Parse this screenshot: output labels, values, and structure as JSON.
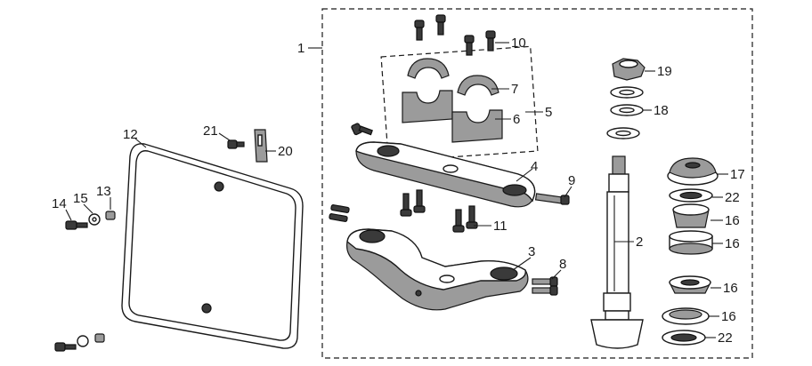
{
  "callouts": {
    "p1": "1",
    "p2": "2",
    "p3": "3",
    "p4": "4",
    "p5": "5",
    "p6": "6",
    "p7": "7",
    "p8": "8",
    "p9": "9",
    "p10": "10",
    "p11": "11",
    "p12": "12",
    "p13": "13",
    "p14": "14",
    "p15": "15",
    "p16a": "16",
    "p16b": "16",
    "p16c": "16",
    "p16d": "16",
    "p17": "17",
    "p18": "18",
    "p19": "19",
    "p20": "20",
    "p21": "21",
    "p22a": "22",
    "p22b": "22"
  }
}
